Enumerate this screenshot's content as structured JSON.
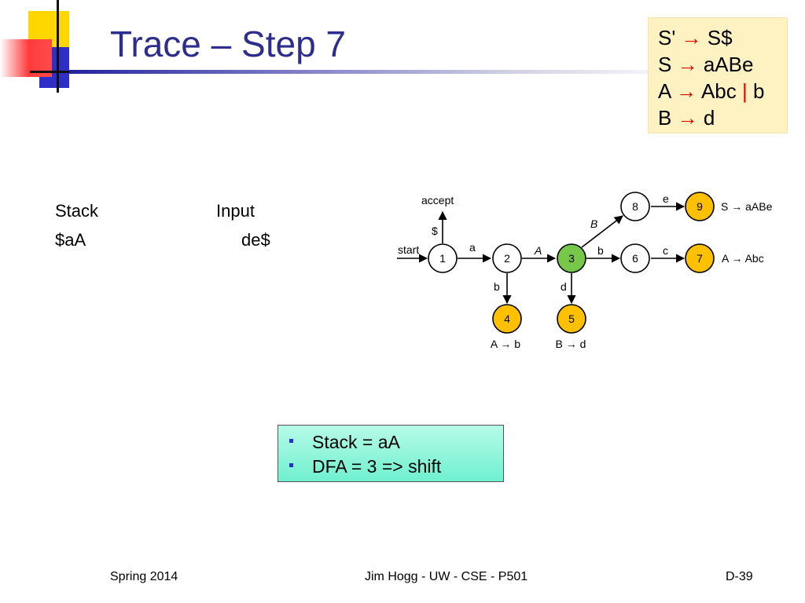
{
  "slide": {
    "title": "Trace – Step 7"
  },
  "grammar": {
    "rules": [
      {
        "lhs": "S'",
        "arrow": "→",
        "rhs": "S$"
      },
      {
        "lhs": "S",
        "arrow": "→",
        "rhs": "aABe"
      },
      {
        "lhs": "A",
        "arrow": "→",
        "rhs": "Abc",
        "bar": "|",
        "alt": "b"
      },
      {
        "lhs": "B",
        "arrow": "→",
        "rhs": "d"
      }
    ]
  },
  "trace": {
    "stack_header": "Stack",
    "input_header": "Input",
    "stack_value": "$aA",
    "input_value": "de$"
  },
  "dfa": {
    "states": [
      {
        "id": "1",
        "fill": "#ffffff"
      },
      {
        "id": "2",
        "fill": "#ffffff"
      },
      {
        "id": "3",
        "fill": "#77c84a"
      },
      {
        "id": "4",
        "fill": "#ffc000"
      },
      {
        "id": "5",
        "fill": "#ffc000"
      },
      {
        "id": "6",
        "fill": "#ffffff"
      },
      {
        "id": "7",
        "fill": "#ffc000"
      },
      {
        "id": "8",
        "fill": "#ffffff"
      },
      {
        "id": "9",
        "fill": "#ffc000"
      }
    ],
    "edge_labels": {
      "start": "start",
      "accept": "accept",
      "dollar": "$",
      "e12": "a",
      "e23": "A",
      "e24": "b",
      "e35": "d",
      "e36": "b",
      "e38": "B",
      "e67": "c",
      "e89": "e"
    },
    "reductions": {
      "r4": "A → b",
      "r5": "B → d",
      "r7": "A → Abc",
      "r9": "S → aABe"
    }
  },
  "notes": [
    "Stack = aA",
    "DFA = 3 => shift"
  ],
  "footer": {
    "left": "Spring 2014",
    "center": "Jim Hogg - UW - CSE - P501",
    "right": "D-39"
  },
  "colors": {
    "title": "#2d2d8f",
    "grammar_bg": "#fff2c2",
    "arrow_red": "#e00000",
    "reduce_state": "#ffc000",
    "current_state": "#77c84a",
    "note_bg": "#7ff2d4"
  }
}
